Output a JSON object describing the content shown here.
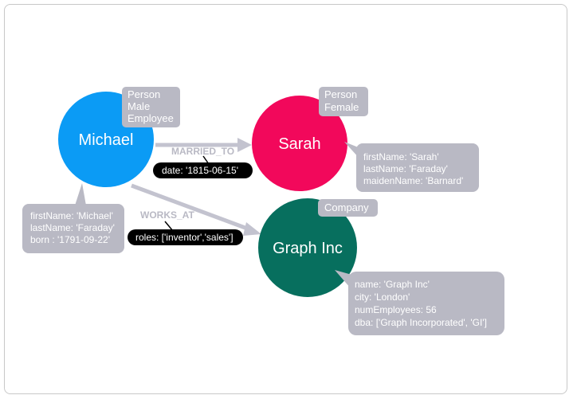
{
  "colors": {
    "michael": "#0b9bf5",
    "sarah": "#f2085b",
    "graph_inc": "#076f5e",
    "callout": "#b9b9c4",
    "arrow": "#c3c3cf",
    "pill": "#000000"
  },
  "nodes": {
    "michael": {
      "name": "Michael",
      "labels": [
        "Person",
        "Male",
        "Employee"
      ],
      "properties": [
        "firstName: 'Michael'",
        "lastName:  'Faraday'",
        "born : '1791-09-22'"
      ]
    },
    "sarah": {
      "name": "Sarah",
      "labels": [
        "Person",
        "Female"
      ],
      "properties": [
        "firstName: 'Sarah'",
        "lastName:  'Faraday'",
        "maidenName: 'Barnard'"
      ]
    },
    "graph_inc": {
      "name": "Graph Inc",
      "labels": [
        "Company"
      ],
      "properties": [
        "name: 'Graph Inc'",
        "city:  'London'",
        "numEmployees: 56",
        "dba: ['Graph Incorporated', 'GI']"
      ]
    }
  },
  "relationships": {
    "married_to": {
      "type": "MARRIED_TO",
      "property": "date: '1815-06-15'"
    },
    "works_at": {
      "type": "WORKS_AT",
      "property": "roles: ['inventor','sales']"
    }
  }
}
